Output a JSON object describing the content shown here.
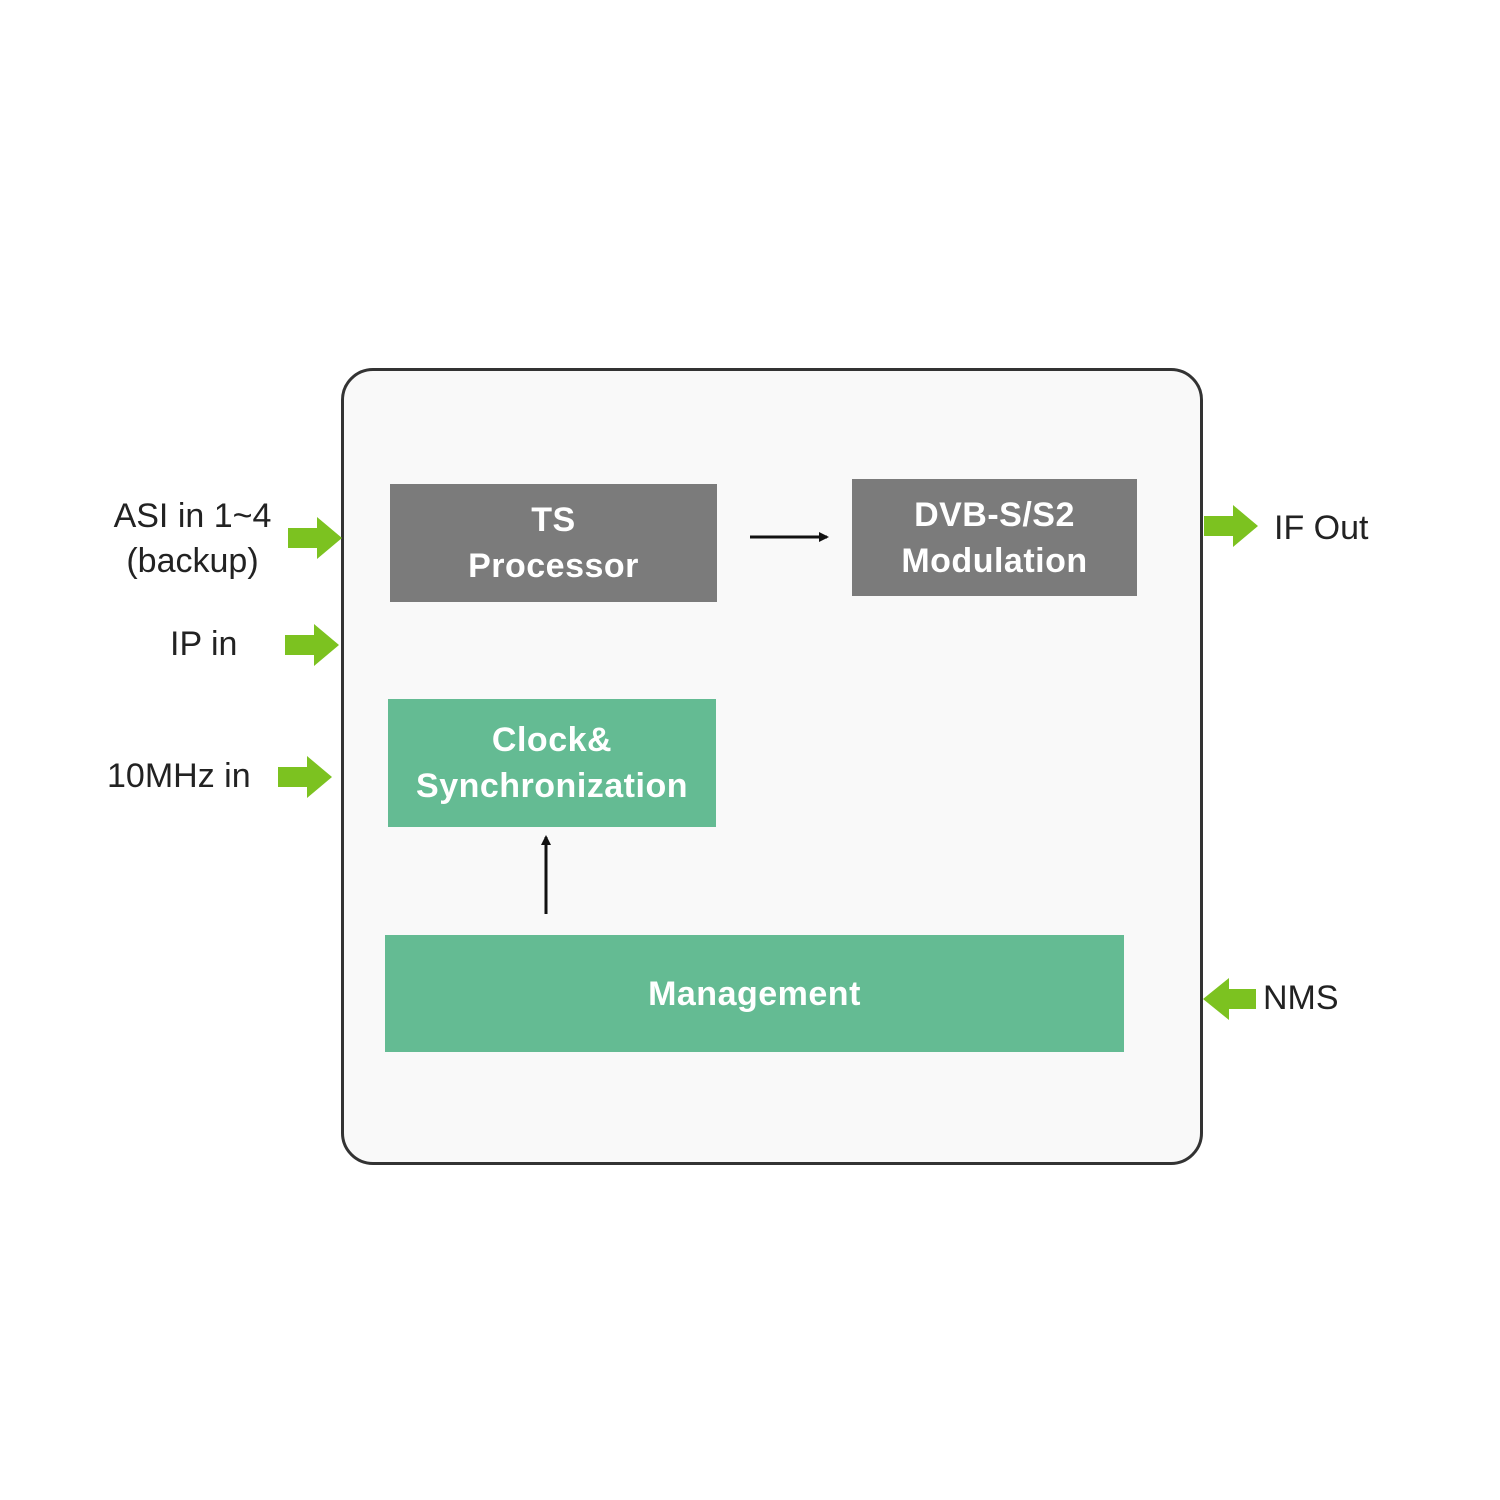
{
  "blocks": {
    "ts_processor": [
      "TS",
      "Processor"
    ],
    "modulation": [
      "DVB-S/S2",
      "Modulation"
    ],
    "clock_sync": [
      "Clock&",
      "Synchronization"
    ],
    "management": "Management"
  },
  "inputs": {
    "asi": [
      "ASI in 1~4",
      "(backup)"
    ],
    "ip": "IP in",
    "ten_mhz": "10MHz in"
  },
  "outputs": {
    "if_out": "IF Out",
    "nms": "NMS"
  },
  "colors": {
    "io_arrow": "#7cc220",
    "gray_block": "#7b7b7b",
    "green_block": "#64bb93",
    "frame_border": "#333333"
  }
}
